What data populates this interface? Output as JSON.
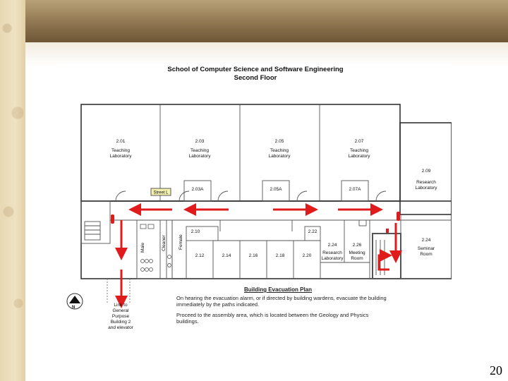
{
  "title": "School of Computer Science and Software Engineering",
  "subtitle": "Second Floor",
  "rooms": {
    "r201": {
      "number": "2.01",
      "label1": "Teaching",
      "label2": "Laboratory"
    },
    "r203": {
      "number": "2.03",
      "label1": "Teaching",
      "label2": "Laboratory"
    },
    "r205": {
      "number": "2.05",
      "label1": "Teaching",
      "label2": "Laboratory"
    },
    "r207": {
      "number": "2.07",
      "label1": "Teaching",
      "label2": "Laboratory"
    },
    "r209": {
      "number": "2.09",
      "label1": "Research",
      "label2": "Laboratory"
    },
    "r203a": "2.03A",
    "r205a": "2.05A",
    "r207a": "2.07A",
    "r210": "2.10",
    "r212": "2.12",
    "r214": "2.14",
    "r216": "2.16",
    "r218": "2.18",
    "r220": "2.20",
    "r222": "2.22",
    "r224a": {
      "number": "2.24",
      "label1": "Research",
      "label2": "Laboratory"
    },
    "r226": {
      "number": "2.26",
      "label1": "Meeting",
      "label2": "Room"
    },
    "r224b": {
      "number": "2.24",
      "label1": "Seminar",
      "label2": "Room"
    }
  },
  "amenities": {
    "male": "Male",
    "cleaner": "Cleaner",
    "female": "Female",
    "street_sign": "Street L"
  },
  "lift_note": [
    "Link to",
    "General",
    "Purpose",
    "Building 2",
    "and elevator"
  ],
  "north_symbol": "N",
  "evacuation": {
    "title": "Building Evacuation Plan",
    "para1": "On hearing the evacuation alarm, or if directed by building wardens, evacuate the building immediately by the paths indicated.",
    "para2": "Proceed to the assembly area, which is located between the Geology and Physics buildings."
  },
  "colors": {
    "arrow": "#e01b1b",
    "wall": "#333333"
  },
  "page_number": "20"
}
